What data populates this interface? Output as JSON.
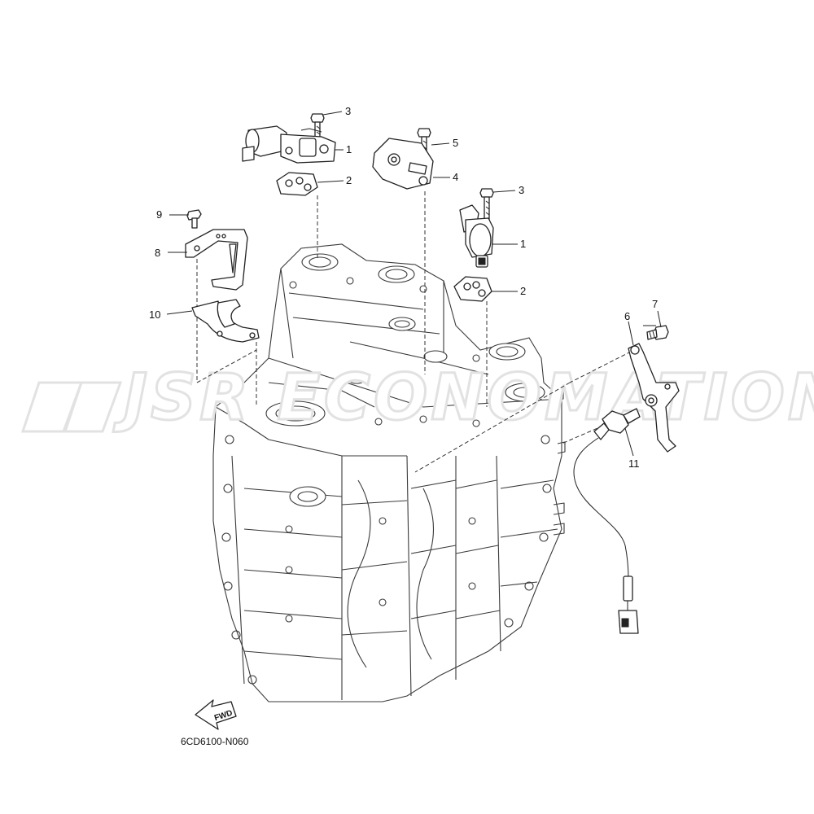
{
  "watermark": {
    "text": "JSR ECONOMATION"
  },
  "diagram_code": "6CD6100-N060",
  "fwd_arrow": {
    "label": "FWD"
  },
  "callouts": [
    {
      "id": "c1a",
      "label": "1"
    },
    {
      "id": "c2a",
      "label": "2"
    },
    {
      "id": "c3a",
      "label": "3"
    },
    {
      "id": "c4",
      "label": "4"
    },
    {
      "id": "c5",
      "label": "5"
    },
    {
      "id": "c3b",
      "label": "3"
    },
    {
      "id": "c1b",
      "label": "1"
    },
    {
      "id": "c2b",
      "label": "2"
    },
    {
      "id": "c6",
      "label": "6"
    },
    {
      "id": "c7",
      "label": "7"
    },
    {
      "id": "c8",
      "label": "8"
    },
    {
      "id": "c9",
      "label": "9"
    },
    {
      "id": "c10",
      "label": "10"
    },
    {
      "id": "c11",
      "label": "11"
    }
  ]
}
